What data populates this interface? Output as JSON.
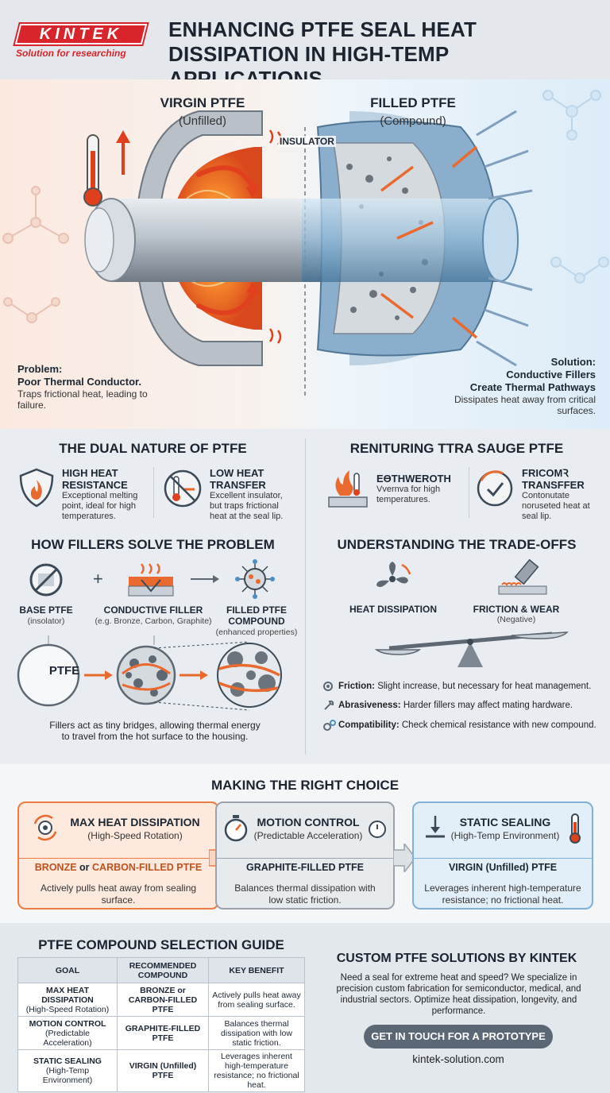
{
  "header": {
    "logo_text": "KINTEK",
    "tagline": "Solution for researching",
    "title": "ENHANCING PTFE SEAL HEAT DISSIPATION IN HIGH-TEMP APPLICATIONS"
  },
  "hero": {
    "left_title": "VIRGIN PTFE",
    "left_subtitle": "(Unfilled)",
    "right_title": "FILLED PTFE",
    "right_subtitle": "(Compound)",
    "insulator_label": "INSULATOR",
    "problem_label": "Problem:",
    "problem_head": "Poor Thermal Conductor.",
    "problem_text": "Traps frictional heat, leading to failure.",
    "solution_label": "Solution:",
    "solution_head1": "Conductive Fillers",
    "solution_head2": "Create Thermal Pathways",
    "solution_text": "Dissipates heat away from critical surfaces."
  },
  "dual": {
    "title": "THE DUAL NATURE OF PTFE",
    "f1_title": "HIGH HEAT RESISTANCE",
    "f1_text": "Exceptional melting point, ideal for high temperatures.",
    "f2_title": "LOW HEAT TRANSFER",
    "f2_text": "Excellent insulator, but traps frictional heat at the seal lip."
  },
  "garbled": {
    "title": "RENITURING TTRA SAUGE PTFE",
    "f1_title": "EƟTHWEROTH",
    "f1_text": "Vvernva for high temperatures.",
    "f2_title": "FRICOMꝚ TRANSFFER",
    "f2_text": "Contonutate noruseted heat at seal lip."
  },
  "fillers": {
    "title": "HOW FILLERS SOLVE THE PROBLEM",
    "base_label": "BASE PTFE",
    "base_sub": "(insolator)",
    "cond_label": "CONDUCTIVE FILLER",
    "cond_sub": "(e.g. Bronze, Carbon, Graphite)",
    "comp_label": "FILLED PTFE COMPOUND",
    "comp_sub": "(enhanced properties)",
    "circle_label": "PTFE",
    "plus": "+",
    "caption": "Fillers act as tiny bridges, allowing thermal energy to travel from the hot surface to the housing."
  },
  "tradeoffs": {
    "title": "UNDERSTANDING THE TRADE-OFFS",
    "heat_label": "HEAT DISSIPATION",
    "wear_label": "FRICTION & WEAR",
    "wear_sub": "(Negative)",
    "b1_label": "Friction:",
    "b1_text": "Slight increase, but necessary for heat management.",
    "b2_label": "Abrasiveness:",
    "b2_text": "Harder fillers may affect mating hardware.",
    "b3_label": "Compatibility:",
    "b3_text": "Check chemical resistance with new compound."
  },
  "choice": {
    "title": "MAKING THE RIGHT CHOICE",
    "cards": [
      {
        "title": "MAX HEAT DISSIPATION",
        "sub": "(High-Speed Rotation)",
        "material_a": "BRONZE",
        "material_or": " or ",
        "material_b": "CARBON-FILLED PTFE",
        "desc": "Actively pulls heat away from sealing surface."
      },
      {
        "title": "MOTION CONTROL",
        "sub": "(Predictable Acceleration)",
        "material": "GRAPHITE-FILLED PTFE",
        "desc": "Balances thermal dissipation with low static friction."
      },
      {
        "title": "STATIC SEALING",
        "sub": "(High-Temp Environment)",
        "material": "VIRGIN (Unfilled) PTFE",
        "desc": "Leverages inherent high-temperature resistance; no frictional heat."
      }
    ]
  },
  "guide": {
    "title": "PTFE COMPOUND SELECTION GUIDE",
    "headers": [
      "GOAL",
      "RECOMMENDED COMPOUND",
      "KEY BENEFIT"
    ],
    "rows": [
      {
        "goal": "MAX HEAT DISSIPATION",
        "goal_sub": "(High-Speed Rotation)",
        "compound": "BRONZE or CARBON-FILLED PTFE",
        "benefit": "Actively pulls heat away from sealing surface."
      },
      {
        "goal": "MOTION CONTROL",
        "goal_sub": "(Predictable Acceleration)",
        "compound": "GRAPHITE-FILLED PTFE",
        "benefit": "Balances thermal dissipation with low static friction."
      },
      {
        "goal": "STATIC SEALING",
        "goal_sub": "(High-Temp Environment)",
        "compound": "VIRGIN (Unfilled) PTFE",
        "benefit": "Leverages inherent high-temperature resistance; no frictional heat."
      }
    ]
  },
  "cta": {
    "title": "CUSTOM PTFE SOLUTIONS BY KINTEK",
    "text": "Need a seal for extreme heat and speed? We specialize in precision custom fabrication for semiconductor, medical, and industrial sectors. Optimize heat dissipation, longevity, and performance.",
    "button": "GET IN TOUCH FOR A PROTOTYPE",
    "website": "kintek-solution.com"
  },
  "colors": {
    "brand_red": "#d7252b",
    "heat_orange": "#f06a2a",
    "cool_blue": "#4d8fc4",
    "slate": "#5b6774"
  },
  "icons": [
    "thermometer-icon",
    "shield-flame-icon",
    "no-heat-transfer-icon",
    "flame-icon",
    "check-gauge-icon",
    "prohibited-icon",
    "filler-block-icon",
    "molecule-icon",
    "fan-icon",
    "wear-block-icon",
    "balance-scale-icon",
    "gear-icon",
    "wrench-icon",
    "spin-icon",
    "stopwatch-icon",
    "thermometer-icon"
  ]
}
